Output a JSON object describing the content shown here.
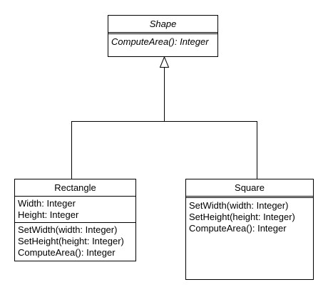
{
  "diagram": {
    "type": "uml-class-diagram",
    "classes": {
      "shape": {
        "name": "Shape",
        "abstract": true,
        "attributes": [],
        "operations": [
          "ComputeArea(): Integer"
        ]
      },
      "rectangle": {
        "name": "Rectangle",
        "abstract": false,
        "attributes": [
          "Width: Integer",
          "Height: Integer"
        ],
        "operations": [
          "SetWidth(width: Integer)",
          "SetHeight(height: Integer)",
          "ComputeArea(): Integer"
        ]
      },
      "square": {
        "name": "Square",
        "abstract": false,
        "attributes": [],
        "operations": [
          "SetWidth(width: Integer)",
          "SetHeight(height: Integer)",
          "ComputeArea(): Integer"
        ]
      }
    },
    "relationships": [
      {
        "type": "generalization",
        "from": "Rectangle",
        "to": "Shape"
      },
      {
        "type": "generalization",
        "from": "Square",
        "to": "Shape"
      }
    ]
  }
}
